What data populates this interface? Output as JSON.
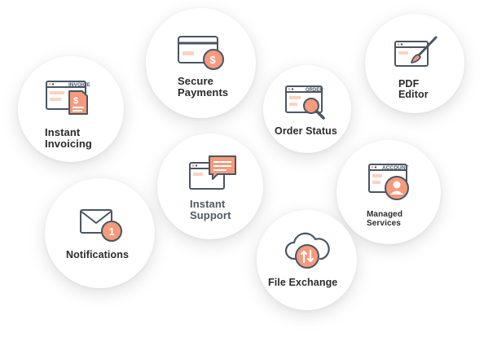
{
  "colors": {
    "accent": "#f59a7c",
    "accent_light": "#fbd3c3",
    "outline": "#4a5663",
    "text": "#2b2b2b",
    "text_muted": "#4e5a66"
  },
  "features": [
    {
      "label": "Instant\nInvoicing",
      "icon": "invoice-icon",
      "icon_text": "INVOICE"
    },
    {
      "label": "Secure\nPayments",
      "icon": "credit-card-icon"
    },
    {
      "label": "Order Status",
      "icon": "order-search-icon",
      "icon_text": "ORDER"
    },
    {
      "label": "PDF\nEditor",
      "icon": "pdf-editor-icon"
    },
    {
      "label": "Instant\nSupport",
      "icon": "chat-support-icon"
    },
    {
      "label": "Managed\nServices",
      "icon": "account-icon",
      "icon_text": "ACCOUNT"
    },
    {
      "label": "Notifications",
      "icon": "mail-notification-icon",
      "badge": "1"
    },
    {
      "label": "File Exchange",
      "icon": "cloud-exchange-icon"
    }
  ]
}
